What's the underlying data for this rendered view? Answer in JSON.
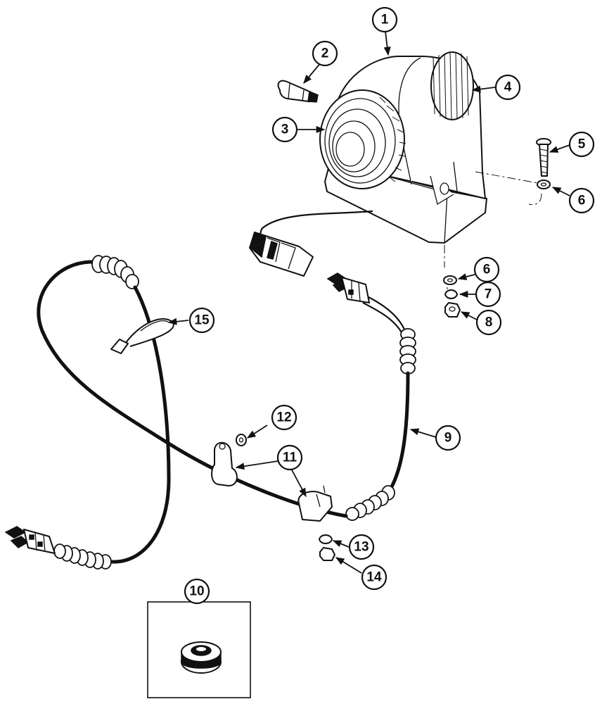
{
  "callouts": [
    {
      "id": "1",
      "label": "1"
    },
    {
      "id": "2",
      "label": "2"
    },
    {
      "id": "3",
      "label": "3"
    },
    {
      "id": "4",
      "label": "4"
    },
    {
      "id": "5",
      "label": "5"
    },
    {
      "id": "6a",
      "label": "6"
    },
    {
      "id": "6b",
      "label": "6"
    },
    {
      "id": "7",
      "label": "7"
    },
    {
      "id": "8",
      "label": "8"
    },
    {
      "id": "9",
      "label": "9"
    },
    {
      "id": "10",
      "label": "10"
    },
    {
      "id": "11",
      "label": "11"
    },
    {
      "id": "12",
      "label": "12"
    },
    {
      "id": "13",
      "label": "13"
    },
    {
      "id": "14",
      "label": "14"
    },
    {
      "id": "15",
      "label": "15"
    }
  ]
}
